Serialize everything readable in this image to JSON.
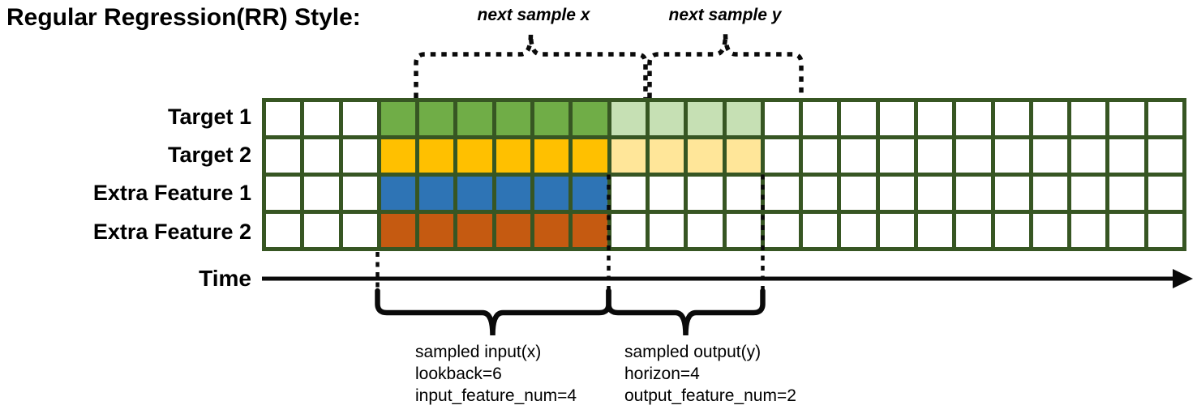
{
  "title": "Regular Regression(RR) Style:",
  "top_annotations": {
    "next_sample_x": "next sample x",
    "next_sample_y": "next sample y"
  },
  "time_axis": {
    "label": "Time"
  },
  "grid": {
    "num_columns": 24,
    "border_color": "#375623",
    "empty_fill": "#FFFFFF",
    "lookback_columns": 6,
    "horizon_columns": 4,
    "rows": [
      {
        "label": "Target 1",
        "input_fill": "#70AD47",
        "output_fill": "#C6E0B4",
        "input_range": [
          3,
          9
        ],
        "output_range": [
          9,
          13
        ]
      },
      {
        "label": "Target 2",
        "input_fill": "#FFC000",
        "output_fill": "#FFE699",
        "input_range": [
          3,
          9
        ],
        "output_range": [
          9,
          13
        ]
      },
      {
        "label": "Extra Feature 1",
        "input_fill": "#2E74B5",
        "output_fill": null,
        "input_range": [
          3,
          9
        ],
        "output_range": null
      },
      {
        "label": "Extra Feature 2",
        "input_fill": "#C55A11",
        "output_fill": null,
        "input_range": [
          3,
          9
        ],
        "output_range": null
      }
    ]
  },
  "sampled_input": {
    "line1": "sampled input(x)",
    "line2": "lookback=6",
    "line3": "input_feature_num=4"
  },
  "sampled_output": {
    "line1": "sampled output(y)",
    "line2": "horizon=4",
    "line3": "output_feature_num=2"
  },
  "annotation_color": "#000000"
}
